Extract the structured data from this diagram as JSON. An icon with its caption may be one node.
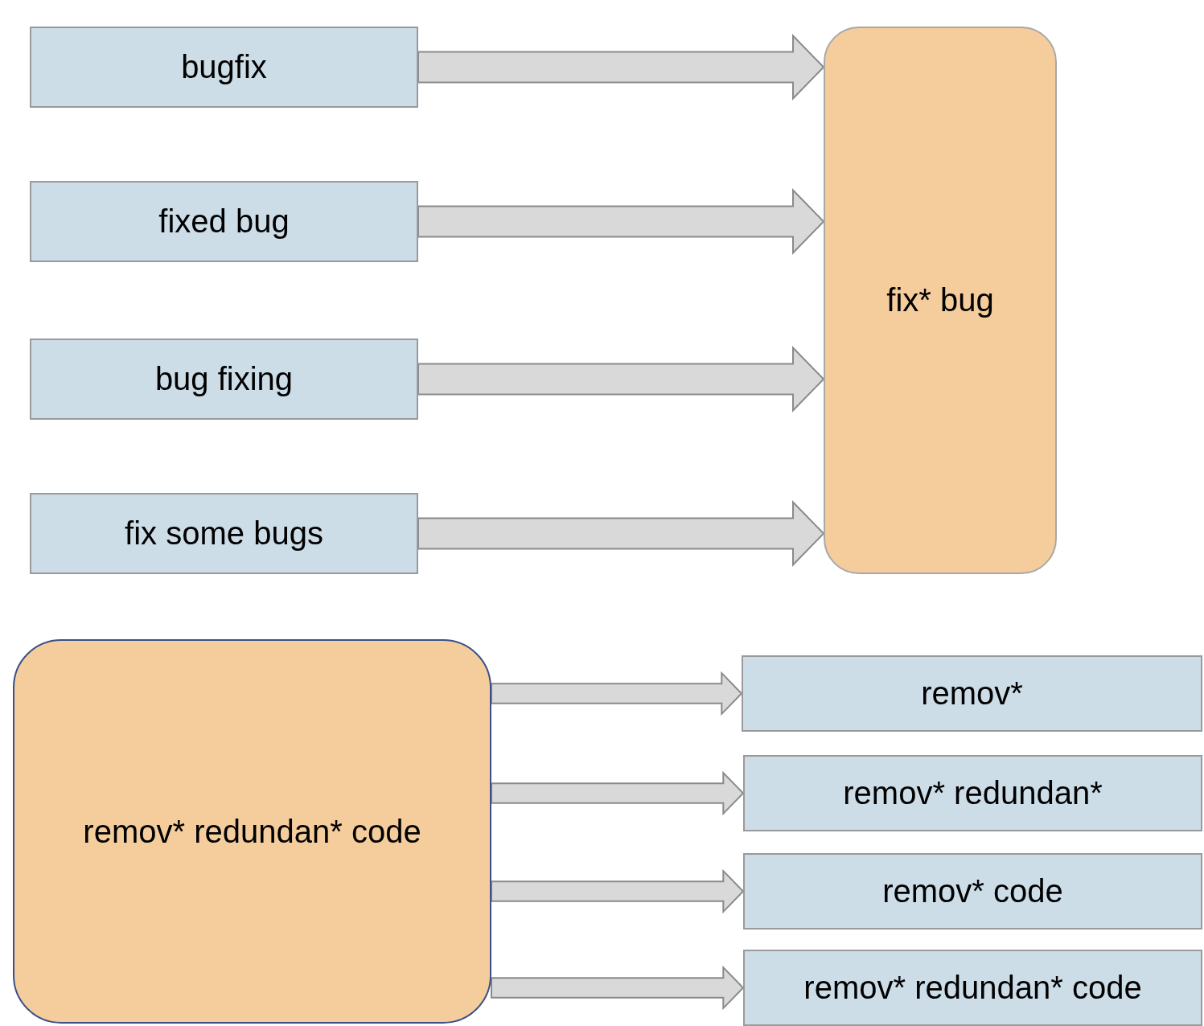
{
  "diagram": {
    "nodes": [
      {
        "text": [
          "bugfix"
        ]
      },
      {
        "text": [
          "fixed bug"
        ]
      },
      {
        "text": [
          "bug fixing"
        ]
      },
      {
        "text": [
          "fix some bugs"
        ]
      },
      {
        "text": [
          "fix* bug"
        ]
      },
      {
        "text": [
          "remov* redundan* code"
        ]
      },
      {
        "text": [
          "remov*"
        ]
      },
      {
        "text": [
          "remov* redundan*"
        ]
      },
      {
        "text": [
          "remov* code"
        ]
      },
      {
        "text": [
          "remov* redundan* code"
        ]
      }
    ],
    "edges": [
      {
        "from": 0,
        "to": 4,
        "arrow": "to"
      },
      {
        "from": 1,
        "to": 4,
        "arrow": "to"
      },
      {
        "from": 2,
        "to": 4,
        "arrow": "to"
      },
      {
        "from": 3,
        "to": 4,
        "arrow": "to"
      },
      {
        "from": 5,
        "to": 6,
        "arrow": "to"
      },
      {
        "from": 5,
        "to": 7,
        "arrow": "to"
      },
      {
        "from": 5,
        "to": 8,
        "arrow": "to"
      },
      {
        "from": 5,
        "to": 9,
        "arrow": "to"
      }
    ]
  }
}
